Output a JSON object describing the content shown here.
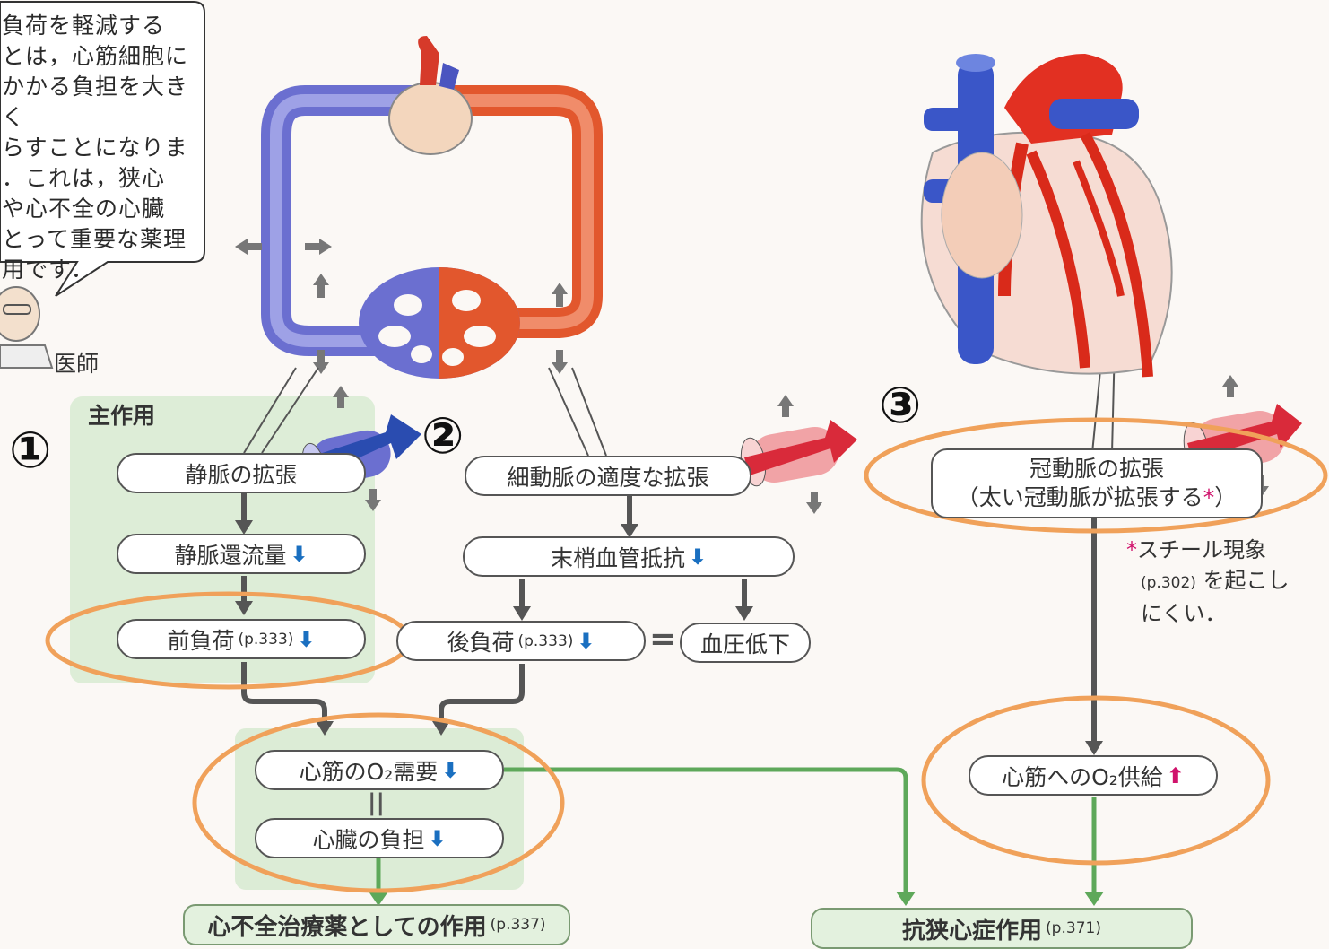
{
  "speech_bubble": "負荷を軽減する\nとは，心筋細胞に\nかかる負担を大きく\nらすことになりま\n．これは，狭心\nや心不全の心臓\nとって重要な薬理\n用です．",
  "doctor_label": "医師",
  "main_action_label": "主作用",
  "numbers": {
    "one": "①",
    "two": "②",
    "three": "③"
  },
  "boxes": {
    "vein_dilation": "静脈の拡張",
    "venous_return": "静脈還流量",
    "preload": "前負荷",
    "preload_ref": "(p.333)",
    "arteriole_dilation": "細動脈の適度な拡張",
    "peripheral_resistance": "末梢血管抵抗",
    "afterload": "後負荷",
    "afterload_ref": "(p.333)",
    "equals": "=",
    "bp_drop": "血圧低下",
    "coronary_dilation_line1": "冠動脈の拡張",
    "coronary_dilation_line2_prefix": "（太い冠動脈が拡張する",
    "coronary_dilation_star": "*",
    "coronary_dilation_line2_suffix": "）",
    "o2_demand": "心筋のO₂需要",
    "cardiac_load": "心臓の負担",
    "o2_supply": "心筋へのO₂供給",
    "down_arrow": "⬇",
    "up_arrow": "⬆",
    "double_equal": "||"
  },
  "steal_note": {
    "star": "*",
    "line1": "スチール現象",
    "ref": "(p.302)",
    "line2": "を起こし",
    "line3": "にくい．"
  },
  "results": {
    "heart_failure": "心不全治療薬としての作用",
    "heart_failure_ref": "(p.337)",
    "antianginal": "抗狭心症作用",
    "antianginal_ref": "(p.371)"
  },
  "colors": {
    "vein_blue": "#6b6fd0",
    "artery_red": "#e2572d",
    "highlight_orange": "#f0a15a",
    "flow_green": "#5ea85a",
    "panel_green": "#d6ead0"
  }
}
